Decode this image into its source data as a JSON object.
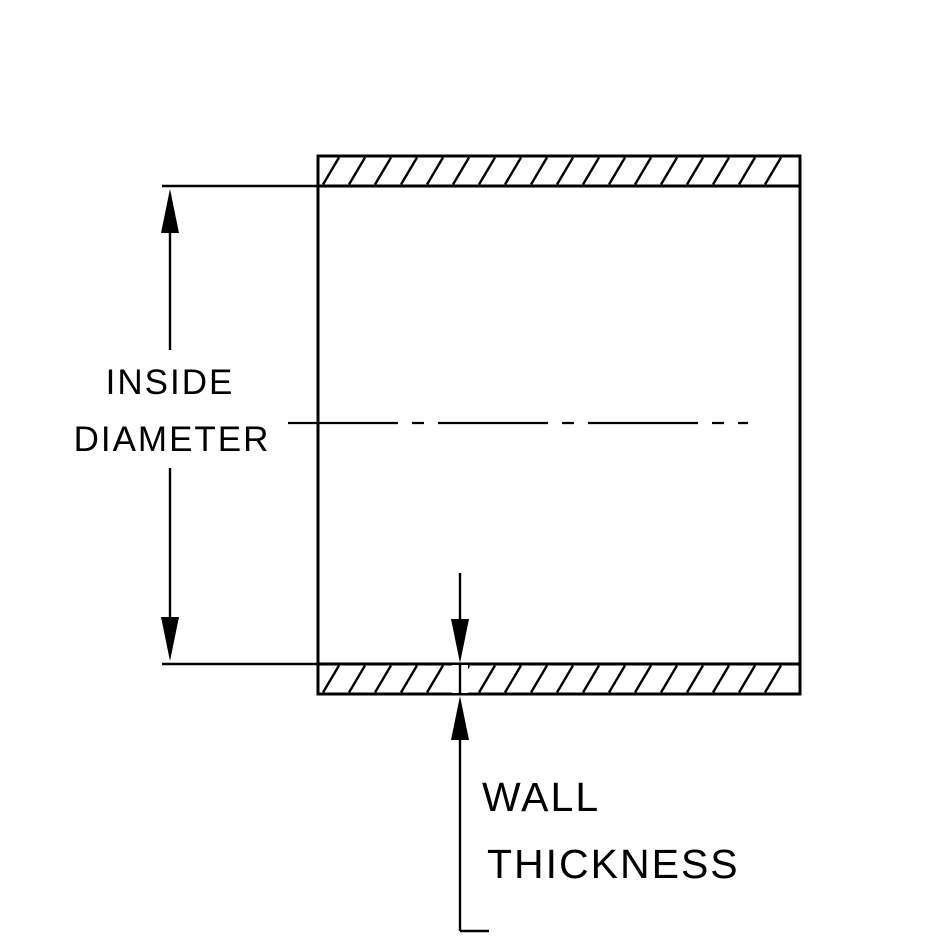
{
  "labels": {
    "inside_diameter": {
      "line1": "INSIDE",
      "line2": "DIAMETER"
    },
    "wall_thickness": {
      "line1": "WALL",
      "line2": "THICKNESS"
    }
  },
  "colors": {
    "line": "#000000",
    "background": "#ffffff"
  }
}
